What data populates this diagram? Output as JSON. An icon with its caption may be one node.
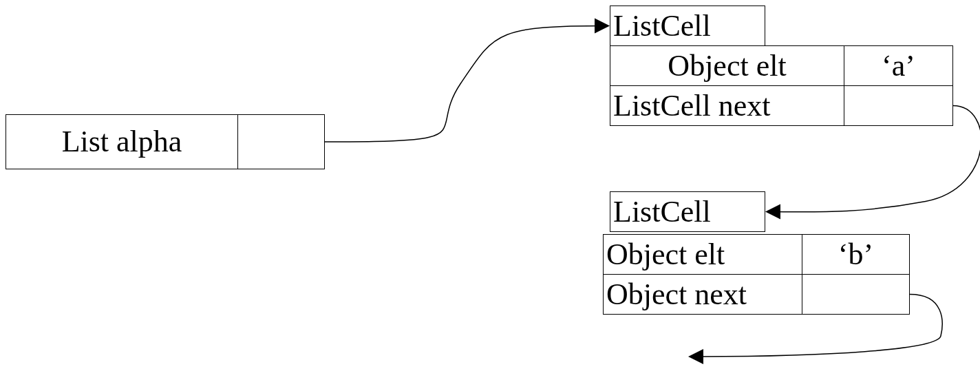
{
  "diagram": {
    "nodes": [
      {
        "text": [
          "List alpha"
        ]
      },
      {
        "text": [],
        "shape": "box"
      },
      {
        "text": [
          "ListCell"
        ]
      },
      {
        "text": [
          "Object elt"
        ]
      },
      {
        "text": [
          "‘a’"
        ]
      },
      {
        "text": [
          "ListCell next"
        ]
      },
      {
        "text": [],
        "shape": "box"
      },
      {
        "text": [
          "ListCell"
        ]
      },
      {
        "text": [
          "Object elt"
        ]
      },
      {
        "text": [
          "‘b’"
        ]
      },
      {
        "text": [
          "Object next"
        ]
      },
      {
        "text": [],
        "shape": "box"
      }
    ],
    "edges": [
      {
        "from": 1,
        "to": 2,
        "arrow": "to"
      },
      {
        "from": 6,
        "to": 7,
        "arrow": "to"
      },
      {
        "from": 11,
        "to": null,
        "arrow": "to"
      }
    ]
  }
}
